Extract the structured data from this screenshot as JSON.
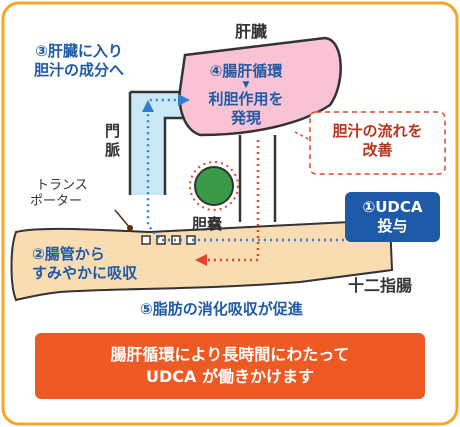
{
  "labels": {
    "liver": "肝臓",
    "portal_vein": [
      "門",
      "脈"
    ],
    "gallbladder": "胆嚢",
    "transporter": [
      "トランス",
      "ポーター"
    ],
    "duodenum": "十二指腸"
  },
  "steps": {
    "step1": [
      "①UDCA",
      "投与"
    ],
    "step2": [
      "②腸管から",
      "すみやかに吸収"
    ],
    "step3": [
      "③肝臓に入り",
      "胆汁の成分へ"
    ],
    "step4": {
      "title": "④腸肝循環",
      "arrow": "▼",
      "line1": "利胆作用を",
      "line2": "発現"
    },
    "step5": "⑤脂肪の消化吸収が促進"
  },
  "bile_flow": [
    "胆汁の流れを",
    "改善"
  ],
  "summary": [
    "腸肝循環により長時間にわたって",
    "UDCA が働きかけます"
  ],
  "colors": {
    "frame": "#f5a623",
    "liver": "#f9c3d3",
    "intestine": "#f9dcb2",
    "gallbladder": "#3a9a4a",
    "portal_vein": "#cbe8f7",
    "blue_dots": "#2f7fcf",
    "red_dots": "#e2442a",
    "udca_box": "#1e5aa8",
    "summary_box": "#ee5a24"
  }
}
